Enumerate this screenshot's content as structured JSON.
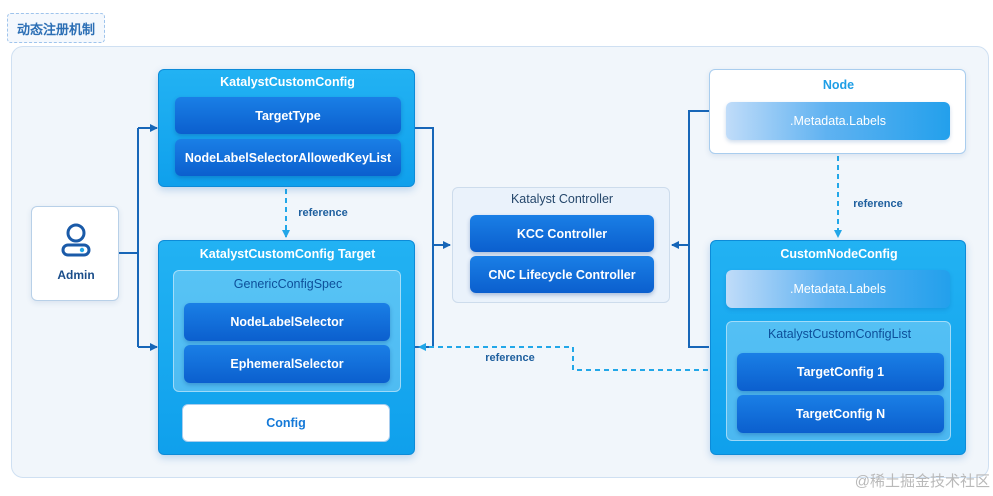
{
  "header": {
    "title": "动态注册机制"
  },
  "admin": {
    "label": "Admin",
    "icon": "user-icon"
  },
  "kcc": {
    "title": "KatalystCustomConfig",
    "items": [
      "TargetType",
      "NodeLabelSelectorAllowedKeyList"
    ]
  },
  "kcc_target": {
    "title": "KatalystCustomConfig Target",
    "generic_spec": {
      "title": "GenericConfigSpec",
      "items": [
        "NodeLabelSelector",
        "EphemeralSelector"
      ]
    },
    "config_label": "Config"
  },
  "controller": {
    "title": "Katalyst Controller",
    "items": [
      "KCC Controller",
      "CNC Lifecycle Controller"
    ]
  },
  "node": {
    "title": "Node",
    "item": ".Metadata.Labels"
  },
  "cnc": {
    "title": "CustomNodeConfig",
    "item": ".Metadata.Labels",
    "list": {
      "title": "KatalystCustomConfigList",
      "items": [
        "TargetConfig 1",
        "TargetConfig N"
      ]
    }
  },
  "references": {
    "kcc_to_target": "reference",
    "node_to_cnc": "reference",
    "cnc_to_target": "reference"
  },
  "watermark": "@稀土掘金技术社区",
  "colors": {
    "accent": "#0fa0ec",
    "pill": "#0b5fce",
    "connector": "#1766b8",
    "reference": "#22a7e8"
  }
}
